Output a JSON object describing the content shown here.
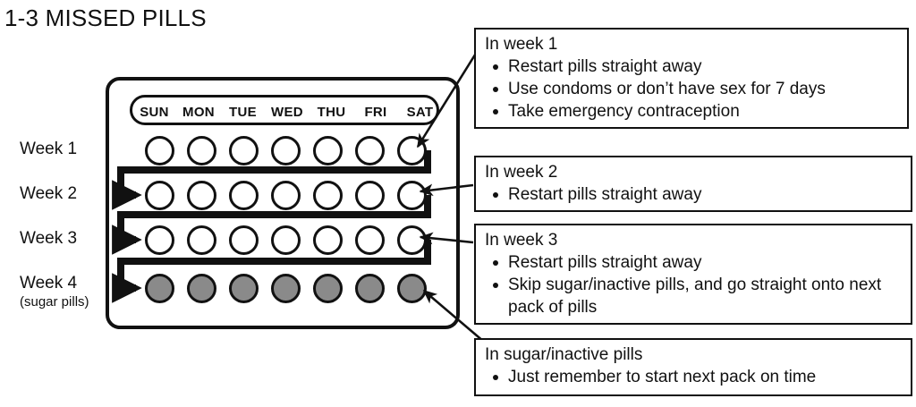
{
  "title": "1-3 MISSED PILLS",
  "pack": {
    "day_headers": [
      "SUN",
      "MON",
      "TUE",
      "WED",
      "THU",
      "FRI",
      "SAT"
    ],
    "week_labels": [
      {
        "main": "Week 1",
        "sub": ""
      },
      {
        "main": "Week 2",
        "sub": ""
      },
      {
        "main": "Week 3",
        "sub": ""
      },
      {
        "main": "Week 4",
        "sub": "(sugar pills)"
      }
    ],
    "rows": [
      {
        "week": 1,
        "type": "active",
        "count": 7
      },
      {
        "week": 2,
        "type": "active",
        "count": 7
      },
      {
        "week": 3,
        "type": "active",
        "count": 7
      },
      {
        "week": 4,
        "type": "sugar",
        "count": 7
      }
    ],
    "colors": {
      "outline": "#111111",
      "active_pill_fill": "#ffffff",
      "sugar_pill_fill": "#8a8a8a",
      "background": "#ffffff"
    }
  },
  "callouts": [
    {
      "id": "week1",
      "heading": "In week 1",
      "items": [
        "Restart pills straight away",
        "Use condoms or don’t have sex for 7 days",
        "Take emergency contraception"
      ]
    },
    {
      "id": "week2",
      "heading": "In week 2",
      "items": [
        "Restart pills straight away"
      ]
    },
    {
      "id": "week3",
      "heading": "In week 3",
      "items": [
        "Restart pills straight away",
        "Skip sugar/inactive pills, and go straight onto next pack of pills"
      ]
    },
    {
      "id": "sugar",
      "heading": "In sugar/inactive pills",
      "items": [
        "Just remember to start next pack on time"
      ]
    }
  ]
}
